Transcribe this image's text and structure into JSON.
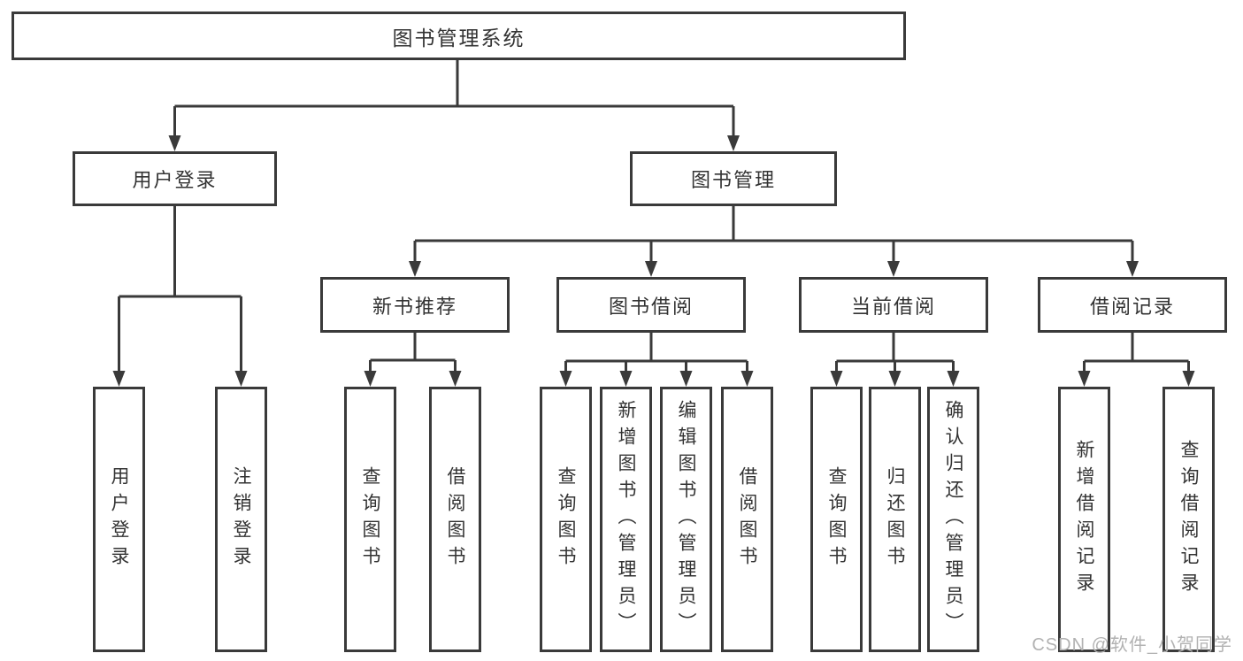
{
  "colors": {
    "line": "#3a3a3a",
    "box_border": "#3a3a3a",
    "text": "#333333",
    "background": "#ffffff",
    "watermark": "#b2b2b2"
  },
  "watermark": {
    "text": "CSDN @软件_小贺同学"
  },
  "diagram": {
    "root": {
      "label": "图书管理系统",
      "children": [
        {
          "label": "用户登录",
          "children": [
            {
              "label": "用户登录"
            },
            {
              "label": "注销登录"
            }
          ]
        },
        {
          "label": "图书管理",
          "children": [
            {
              "label": "新书推荐",
              "children": [
                {
                  "label": "查询图书"
                },
                {
                  "label": "借阅图书"
                }
              ]
            },
            {
              "label": "图书借阅",
              "children": [
                {
                  "label": "查询图书"
                },
                {
                  "label": "新增图书（管理员）"
                },
                {
                  "label": "编辑图书（管理员）"
                },
                {
                  "label": "借阅图书"
                }
              ]
            },
            {
              "label": "当前借阅",
              "children": [
                {
                  "label": "查询图书"
                },
                {
                  "label": "归还图书"
                },
                {
                  "label": "确认归还（管理员）"
                }
              ]
            },
            {
              "label": "借阅记录",
              "children": [
                {
                  "label": "新增借阅记录"
                },
                {
                  "label": "查询借阅记录"
                }
              ]
            }
          ]
        }
      ]
    }
  }
}
